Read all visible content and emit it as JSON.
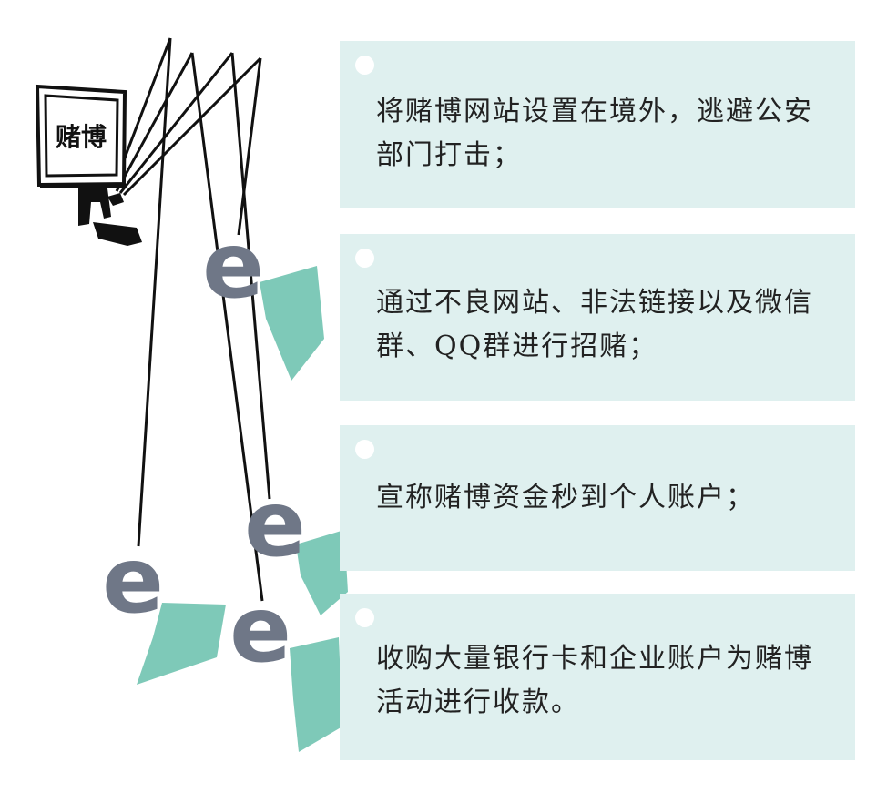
{
  "illustration": {
    "monitor_label": "赌博",
    "hook_letter": "e",
    "colors": {
      "hook_letter": "#6f7787",
      "flag": "#7ec9b8",
      "line": "#111111",
      "monitor": "#111111"
    }
  },
  "items": [
    {
      "text": "将赌博网站设置在境外，逃避公安部门打击；"
    },
    {
      "text": "通过不良网站、非法链接以及微信群、QQ群进行招赌；"
    },
    {
      "text": "宣称赌博资金秒到个人账户；"
    },
    {
      "text": "收购大量银行卡和企业账户为赌博活动进行收款。"
    }
  ],
  "colors": {
    "panel_background": "#dff0ef",
    "bullet": "#ffffff",
    "text": "#222222"
  }
}
